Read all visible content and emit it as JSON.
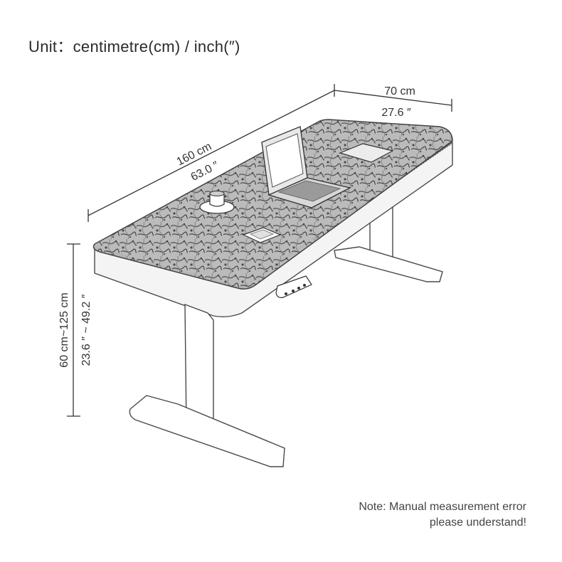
{
  "header": {
    "unit_label": "Unit：centimetre(cm) / inch(″)"
  },
  "dimensions": {
    "width_cm": "70 cm",
    "width_in": "27.6 ″",
    "length_cm": "160 cm",
    "length_in": "63.0 ″",
    "height_cm": "60 cm~125 cm",
    "height_in": "23.6 ″ ~ 49.2 ″"
  },
  "note": {
    "line1": "Note: Manual measurement error",
    "line2": "please understand!"
  }
}
